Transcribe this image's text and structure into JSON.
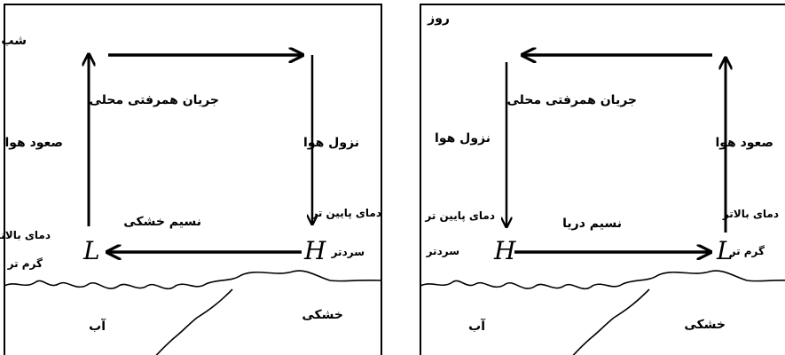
{
  "night": {
    "title": "شب",
    "circulation": "جریان همرفتی محلی",
    "rising_air": "صعود هوا",
    "sinking_air": "نزول هوا",
    "breeze": "نسیم خشکی",
    "low_symbol": "L",
    "high_symbol": "H",
    "low_temp_line1": "دمای بالاتر",
    "low_temp_line2": "گرم تر",
    "high_temp_line1": "دمای پایین تر",
    "high_temp_line2": "سردتر",
    "water": "آب",
    "land": "خشکی"
  },
  "day": {
    "title": "روز",
    "circulation": "جریان همرفتی محلی",
    "rising_air": "صعود هوا",
    "sinking_air": "نزول هوا",
    "breeze": "نسیم دریا",
    "low_symbol": "L",
    "high_symbol": "H",
    "low_temp_line1": "دمای بالاتر",
    "low_temp_line2": "گرم تر",
    "high_temp_line1": "دمای پایین تر",
    "high_temp_line2": "سردتر",
    "water": "آب",
    "land": "خشکی"
  }
}
